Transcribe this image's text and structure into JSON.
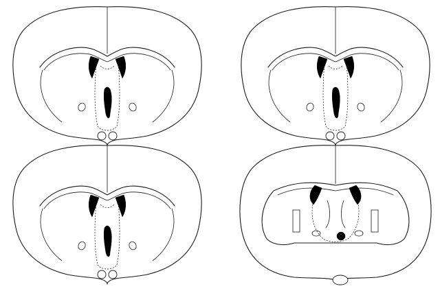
{
  "figure": {
    "type": "coronal-brain-section-diagrams",
    "layout": {
      "rows": 2,
      "columns": 2
    },
    "sections": [
      {
        "id": "top-left",
        "variant": "mid",
        "lesion_fill": "#000000"
      },
      {
        "id": "top-right",
        "variant": "mid",
        "lesion_fill": "#000000"
      },
      {
        "id": "bottom-left",
        "variant": "mid",
        "lesion_fill": "#000000"
      },
      {
        "id": "bottom-right",
        "variant": "caudal",
        "lesion_fill": "#000000"
      }
    ],
    "line_color": "#1a1a1a",
    "background": "#ffffff"
  }
}
